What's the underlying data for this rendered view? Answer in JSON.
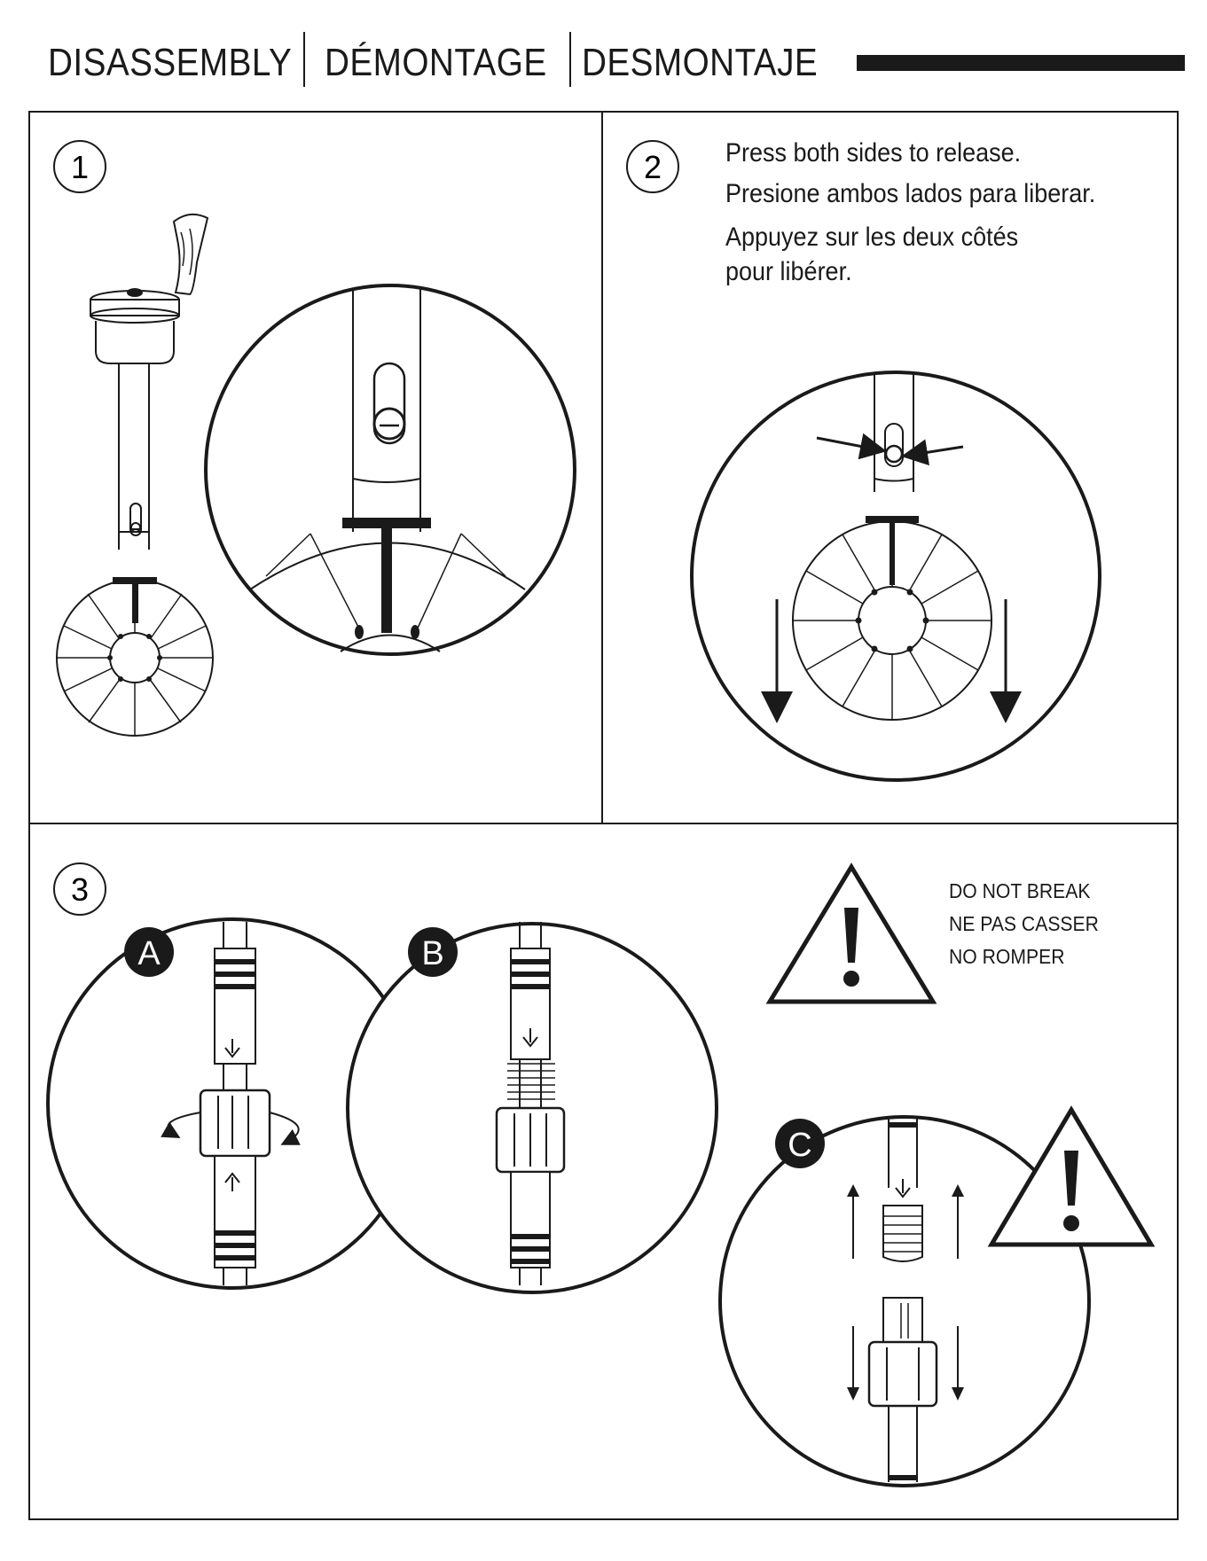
{
  "header": {
    "title_en": "DISASSEMBLY",
    "title_fr": "DÉMONTAGE",
    "title_es": "DESMONTAJE"
  },
  "step1": {
    "number": "1"
  },
  "step2": {
    "number": "2",
    "line1": "Press both sides to release.",
    "line2": "Presione ambos lados para liberar.",
    "line3": "Appuyez sur les deux côtés",
    "line4": "pour libérer."
  },
  "step3": {
    "number": "3",
    "label_a": "A",
    "label_b": "B",
    "label_c": "C",
    "warning": {
      "line1": "DO NOT BREAK",
      "line2": "NE PAS CASSER",
      "line3": "NO ROMPER"
    }
  },
  "colors": {
    "ink": "#1a1a1a",
    "paper": "#ffffff"
  }
}
